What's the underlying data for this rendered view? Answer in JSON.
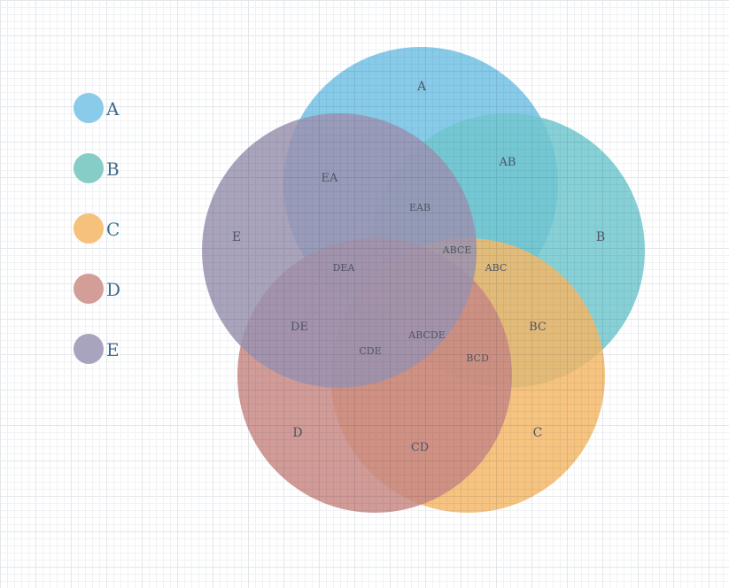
{
  "legend": {
    "items": [
      {
        "label": "A",
        "color": "#6ec0e4"
      },
      {
        "label": "B",
        "color": "#72c8cf"
      },
      {
        "label": "C",
        "color": "#f4b86a"
      },
      {
        "label": "D",
        "color": "#c98a85"
      },
      {
        "label": "E",
        "color": "#9b93b0"
      }
    ]
  },
  "sets": [
    {
      "name": "A",
      "color": "#6ec0e4"
    },
    {
      "name": "B",
      "color": "#72c8cf"
    },
    {
      "name": "C",
      "color": "#f4b86a"
    },
    {
      "name": "D",
      "color": "#c98a85"
    },
    {
      "name": "E",
      "color": "#9b93b0"
    }
  ],
  "regions": {
    "A": "A",
    "B": "B",
    "C": "C",
    "D": "D",
    "E": "E",
    "AB": "AB",
    "BC": "BC",
    "CD": "CD",
    "DE": "DE",
    "EA": "EA",
    "ABC": "ABC",
    "ABCE": "ABCE",
    "BCD": "BCD",
    "CDE": "CDE",
    "DEA": "DEA",
    "EAB": "EAB",
    "ABCDE": "ABCDE"
  }
}
